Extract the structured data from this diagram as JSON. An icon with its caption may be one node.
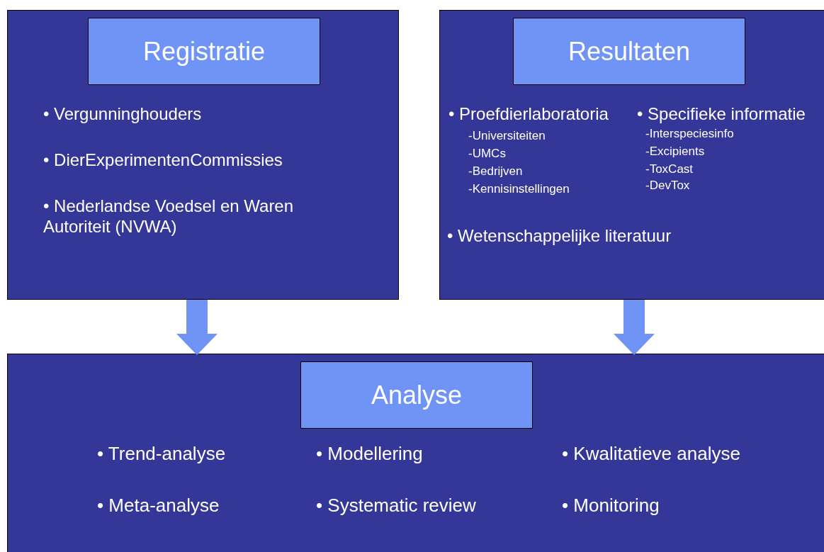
{
  "diagram": {
    "nodes": [
      {
        "text": [
          "• Vergunninghouders",
          "• DierExperimentenCommissies",
          "• Nederlandse Voedsel en Waren Autoriteit (NVWA)"
        ]
      },
      {
        "text": [
          "Registratie"
        ],
        "in": 0
      },
      {
        "text": [
          "• Proefdierlaboratoria",
          "-Universiteiten",
          "-UMCs",
          "-Bedrijven",
          "-Kennisinstellingen",
          "• Specifieke informatie",
          "-Interspeciesinfo",
          "-Excipients",
          "-ToxCast",
          "-DevTox",
          "• Wetenschappelijke literatuur"
        ]
      },
      {
        "text": [
          "Resultaten"
        ],
        "in": 2
      },
      {
        "text": [
          "• Trend-analyse",
          "• Modellering",
          "• Kwalitatieve analyse",
          "• Meta-analyse",
          "• Systematic review",
          "• Monitoring"
        ]
      },
      {
        "text": [
          "Analyse"
        ],
        "in": 4
      }
    ],
    "edges": [
      {
        "from": 0,
        "to": 4,
        "arrow": "to"
      },
      {
        "from": 2,
        "to": 4,
        "arrow": "to"
      }
    ]
  }
}
